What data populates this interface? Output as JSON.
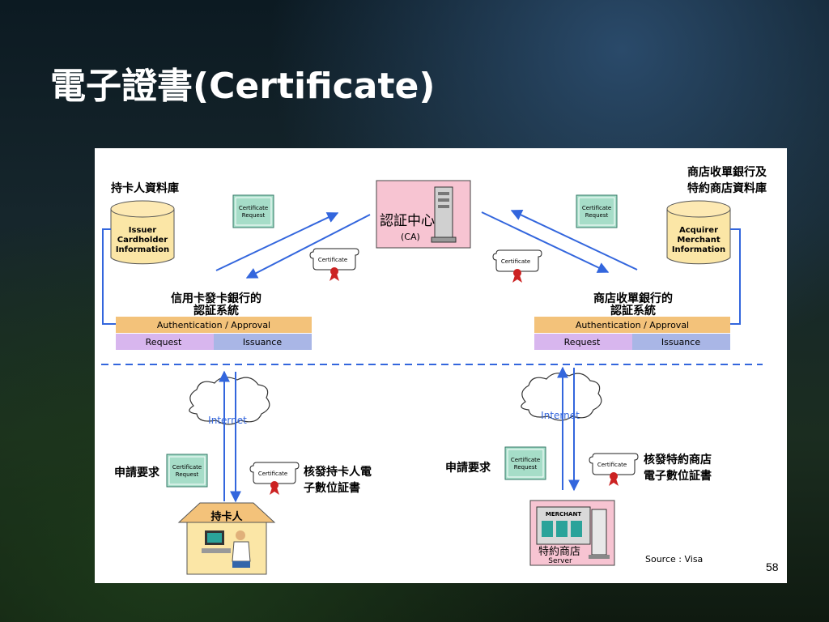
{
  "slide": {
    "title": "電子證書(Certificate)",
    "page_number": "58"
  },
  "diagram": {
    "ca": {
      "label": "認証中心",
      "sub": "(CA)"
    },
    "issuer_db": {
      "heading": "持卡人資料庫",
      "lines": [
        "Issuer",
        "Cardholder",
        "Information"
      ]
    },
    "acquirer_db": {
      "heading_lines": [
        "商店收單銀行及",
        "特約商店資料庫"
      ],
      "lines": [
        "Acquirer",
        "Merchant",
        "Information"
      ]
    },
    "cert_request_lines": [
      "Certificate",
      "Request"
    ],
    "certificate_label": "Certificate",
    "issuer_system": {
      "heading_lines": [
        "信用卡發卡銀行的",
        "認証系統"
      ],
      "auth_bar": "Authentication / Approval",
      "request": "Request",
      "issuance": "Issuance"
    },
    "acquirer_system": {
      "heading_lines": [
        "商店收單銀行的",
        "認証系統"
      ],
      "auth_bar": "Authentication / Approval",
      "request": "Request",
      "issuance": "Issuance"
    },
    "internet_label": "Internet",
    "cardholder_side": {
      "apply_label": "申請要求",
      "issue_lines": [
        "核發持卡人電",
        "子數位証書"
      ],
      "house_label": "持卡人"
    },
    "merchant_side": {
      "apply_label": "申請要求",
      "issue_lines": [
        "核發特約商店",
        "電子數位証書"
      ],
      "merchant_label": "MERCHANT",
      "store_label": "特約商店",
      "server_label": "Server"
    },
    "source": "Source : Visa"
  },
  "colors": {
    "arrow": "#3366dd",
    "auth_bar": "#f3c27a",
    "request_bar": "#d8b6ee",
    "issuance_bar": "#a9b6e6",
    "ca_box": "#f7c4d2",
    "cert_request_box": "#a6ddc8",
    "seal": "#cc2222"
  }
}
